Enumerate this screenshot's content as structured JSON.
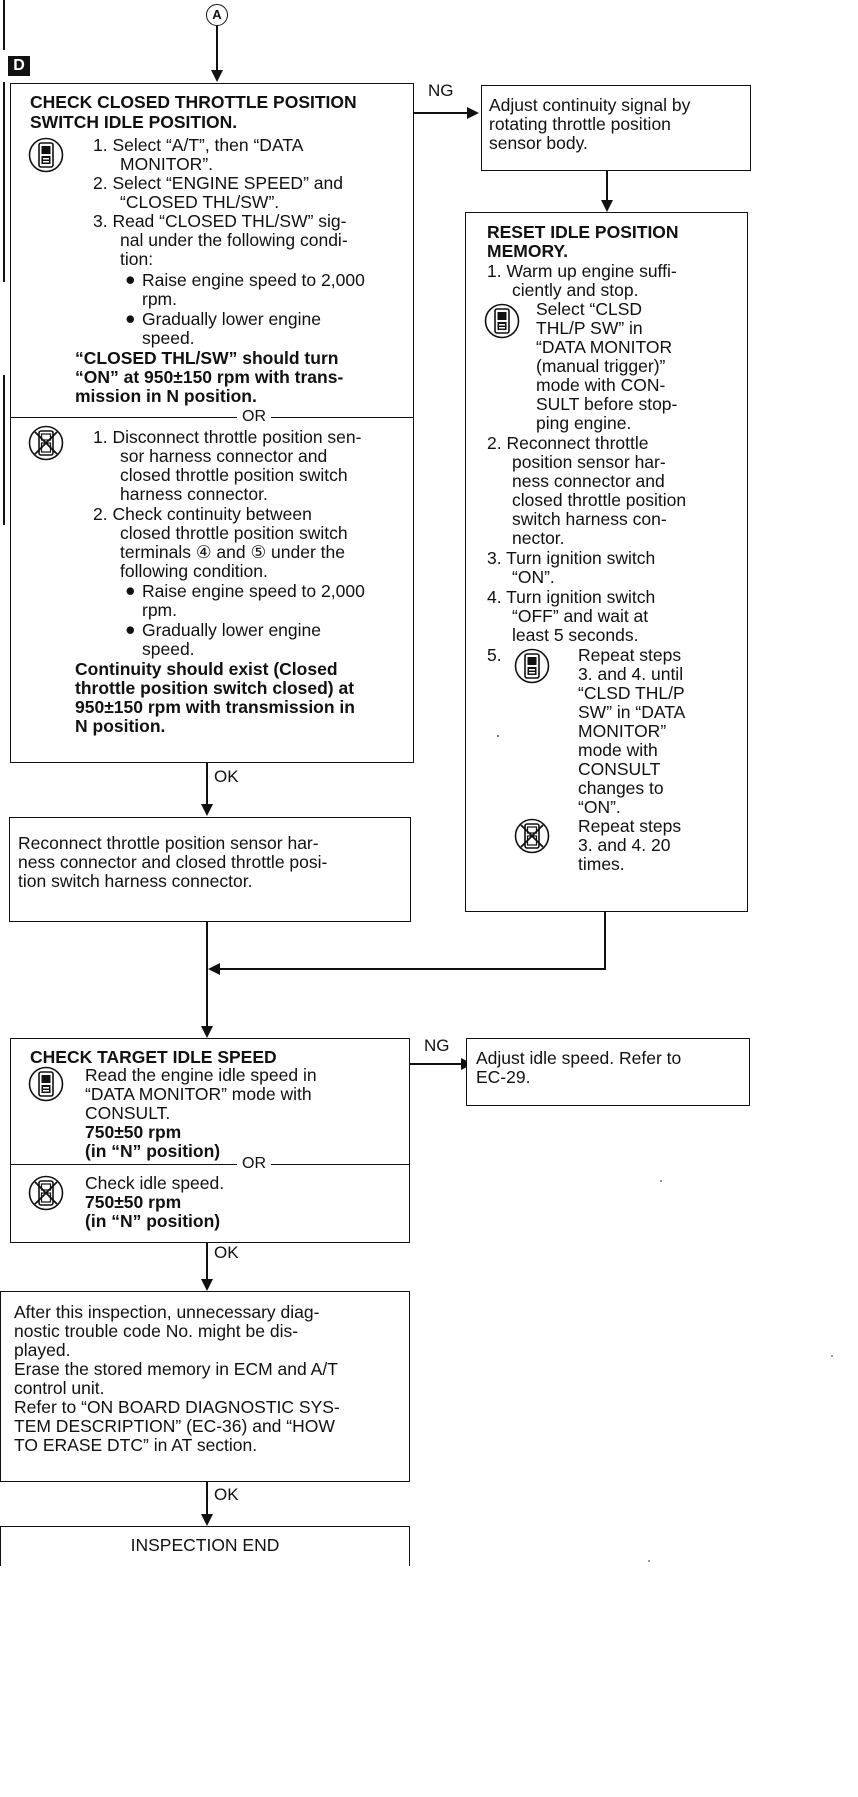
{
  "connector": {
    "symbol": "A"
  },
  "step_tag": "D",
  "labels": {
    "ng": "NG",
    "ok": "OK",
    "or": "OR"
  },
  "box_d": {
    "title_1": "CHECK CLOSED THROTTLE POSITION",
    "title_2": "SWITCH IDLE POSITION.",
    "consult_icon": "consult-tester-icon",
    "no_consult_icon": "no-consult-tester-icon",
    "c1a": "1.  Select “A/T”, then “DATA",
    "c1b": "MONITOR”.",
    "c2a": "2.  Select “ENGINE SPEED” and",
    "c2b": "“CLOSED THL/SW”.",
    "c3a": "3.  Read “CLOSED THL/SW” sig-",
    "c3b": "nal under the following condi-",
    "c3c": "tion:",
    "b1a": "Raise engine speed to 2,000",
    "b1b": "rpm.",
    "b2a": "Gradually lower engine",
    "b2b": "speed.",
    "r1": "“CLOSED THL/SW” should turn",
    "r2": "“ON” at 950±150 rpm with trans-",
    "r3": "mission in N position.",
    "n1a": "1.  Disconnect throttle position sen-",
    "n1b": "sor harness connector and",
    "n1c": "closed throttle position switch",
    "n1d": "harness connector.",
    "n2a": "2.  Check continuity between",
    "n2b": "closed throttle position switch",
    "n2c": "terminals ④ and ⑤ under the",
    "n2d": "following condition.",
    "nb1a": "Raise engine speed to 2,000",
    "nb1b": "rpm.",
    "nb2a": "Gradually lower engine",
    "nb2b": "speed.",
    "nr1": "Continuity should exist (Closed",
    "nr2": "throttle position switch closed) at",
    "nr3": "950±150 rpm with transmission in",
    "nr4": "N position."
  },
  "adjust_box": {
    "l1": "Adjust continuity signal by",
    "l2": "rotating throttle position",
    "l3": "sensor body."
  },
  "reset_box": {
    "t1": "RESET IDLE POSITION",
    "t2": "MEMORY.",
    "s1a": "1.  Warm up engine suffi-",
    "s1b": "ciently and stop.",
    "s1c": "Select “CLSD",
    "s1d": "THL/P SW” in",
    "s1e": "“DATA MONITOR",
    "s1f": "(manual trigger)”",
    "s1g": "mode with CON-",
    "s1h": "SULT before stop-",
    "s1i": "ping engine.",
    "s2a": "2.  Reconnect throttle",
    "s2b": "position sensor har-",
    "s2c": "ness connector and",
    "s2d": "closed throttle position",
    "s2e": "switch harness con-",
    "s2f": "nector.",
    "s3a": "3.  Turn ignition switch",
    "s3b": "“ON”.",
    "s4a": "4.  Turn ignition switch",
    "s4b": "“OFF” and wait at",
    "s4c": "least 5 seconds.",
    "s5n": "5.",
    "s5a": "Repeat steps",
    "s5b": "3. and 4. until",
    "s5c": "“CLSD THL/P",
    "s5d": "SW” in “DATA",
    "s5e": "MONITOR”",
    "s5f": "mode with",
    "s5g": "CONSULT",
    "s5h": "changes to",
    "s5i": "“ON”.",
    "s5j": "Repeat steps",
    "s5k": "3. and 4. 20",
    "s5l": "times."
  },
  "reconnect_box": {
    "l1": "Reconnect throttle position sensor har-",
    "l2": "ness connector and closed throttle posi-",
    "l3": "tion switch harness connector."
  },
  "target_box": {
    "title": "CHECK TARGET IDLE SPEED",
    "c1": "Read the engine idle speed in",
    "c2": "“DATA MONITOR” mode with",
    "c3": "CONSULT.",
    "c4": "750±50 rpm",
    "c5": "(in “N” position)",
    "n1": "Check idle speed.",
    "n2": "750±50 rpm",
    "n3": "(in “N” position)"
  },
  "adjust_idle_box": {
    "l1": "Adjust idle speed. Refer to",
    "l2": "EC-29."
  },
  "after_box": {
    "l1": "After this inspection, unnecessary diag-",
    "l2": "nostic trouble code No. might be dis-",
    "l3": "played.",
    "l4": "Erase the stored memory in ECM and A/T",
    "l5": "control unit.",
    "l6": "Refer to “ON BOARD DIAGNOSTIC SYS-",
    "l7": "TEM DESCRIPTION” (EC-36) and “HOW",
    "l8": "TO ERASE DTC” in AT section."
  },
  "end_box": {
    "label": "INSPECTION END"
  }
}
